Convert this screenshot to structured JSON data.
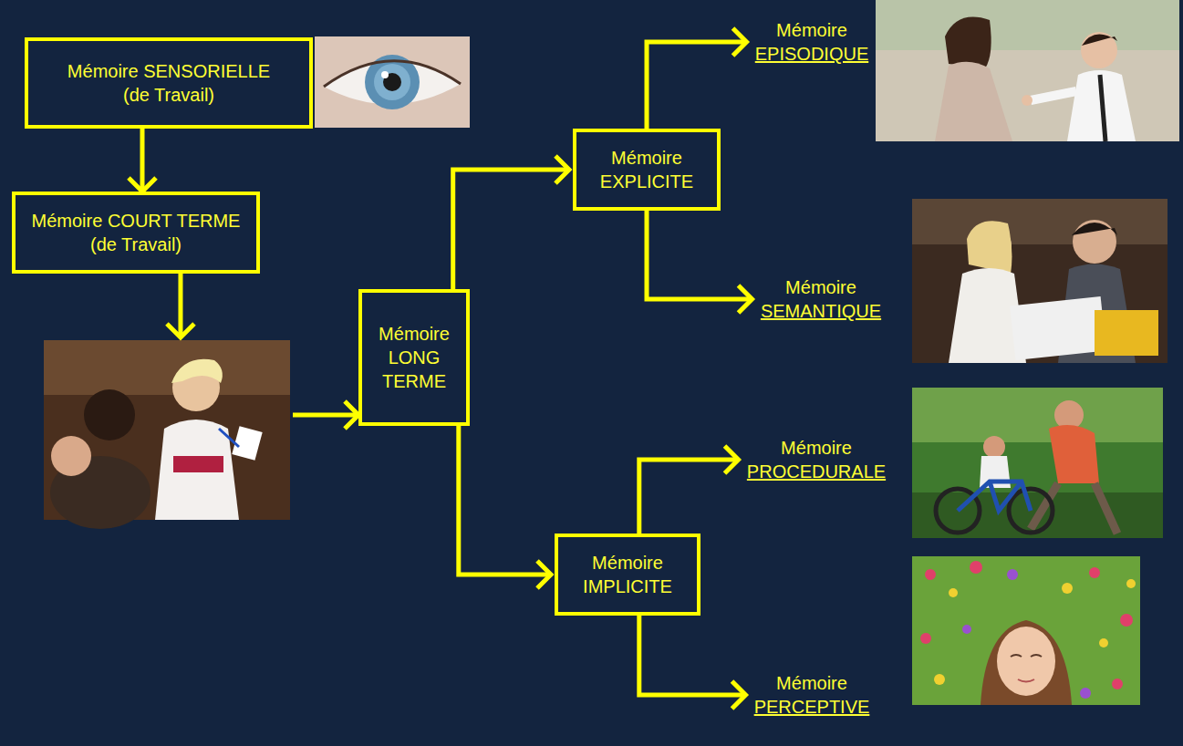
{
  "diagram": {
    "nodes": [
      {
        "text": [
          "Mémoire SENSORIELLE",
          "(de Travail)"
        ]
      },
      {
        "text": [
          "Mémoire COURT TERME",
          "(de Travail)"
        ]
      },
      {
        "text": [
          "Mémoire LONG TERME"
        ]
      },
      {
        "text": [
          "Mémoire EXPLICITE"
        ]
      },
      {
        "text": [
          "Mémoire IMPLICITE"
        ]
      },
      {
        "text": [
          "Mémoire",
          "EPISODIQUE"
        ]
      },
      {
        "text": [
          "Mémoire",
          "SEMANTIQUE"
        ]
      },
      {
        "text": [
          "Mémoire",
          "PROCEDURALE"
        ]
      },
      {
        "text": [
          "Mémoire",
          "PERCEPTIVE"
        ]
      }
    ],
    "edges": [
      {
        "from": 0,
        "to": 1,
        "arrow": "to"
      },
      {
        "from": 1,
        "to": 2,
        "arrow": "to"
      },
      {
        "from": 2,
        "to": 3,
        "arrow": "to"
      },
      {
        "from": 2,
        "to": 4,
        "arrow": "to"
      },
      {
        "from": 3,
        "to": 5,
        "arrow": "to"
      },
      {
        "from": 3,
        "to": 6,
        "arrow": "to"
      },
      {
        "from": 4,
        "to": 7,
        "arrow": "to"
      },
      {
        "from": 4,
        "to": 8,
        "arrow": "to"
      }
    ]
  }
}
